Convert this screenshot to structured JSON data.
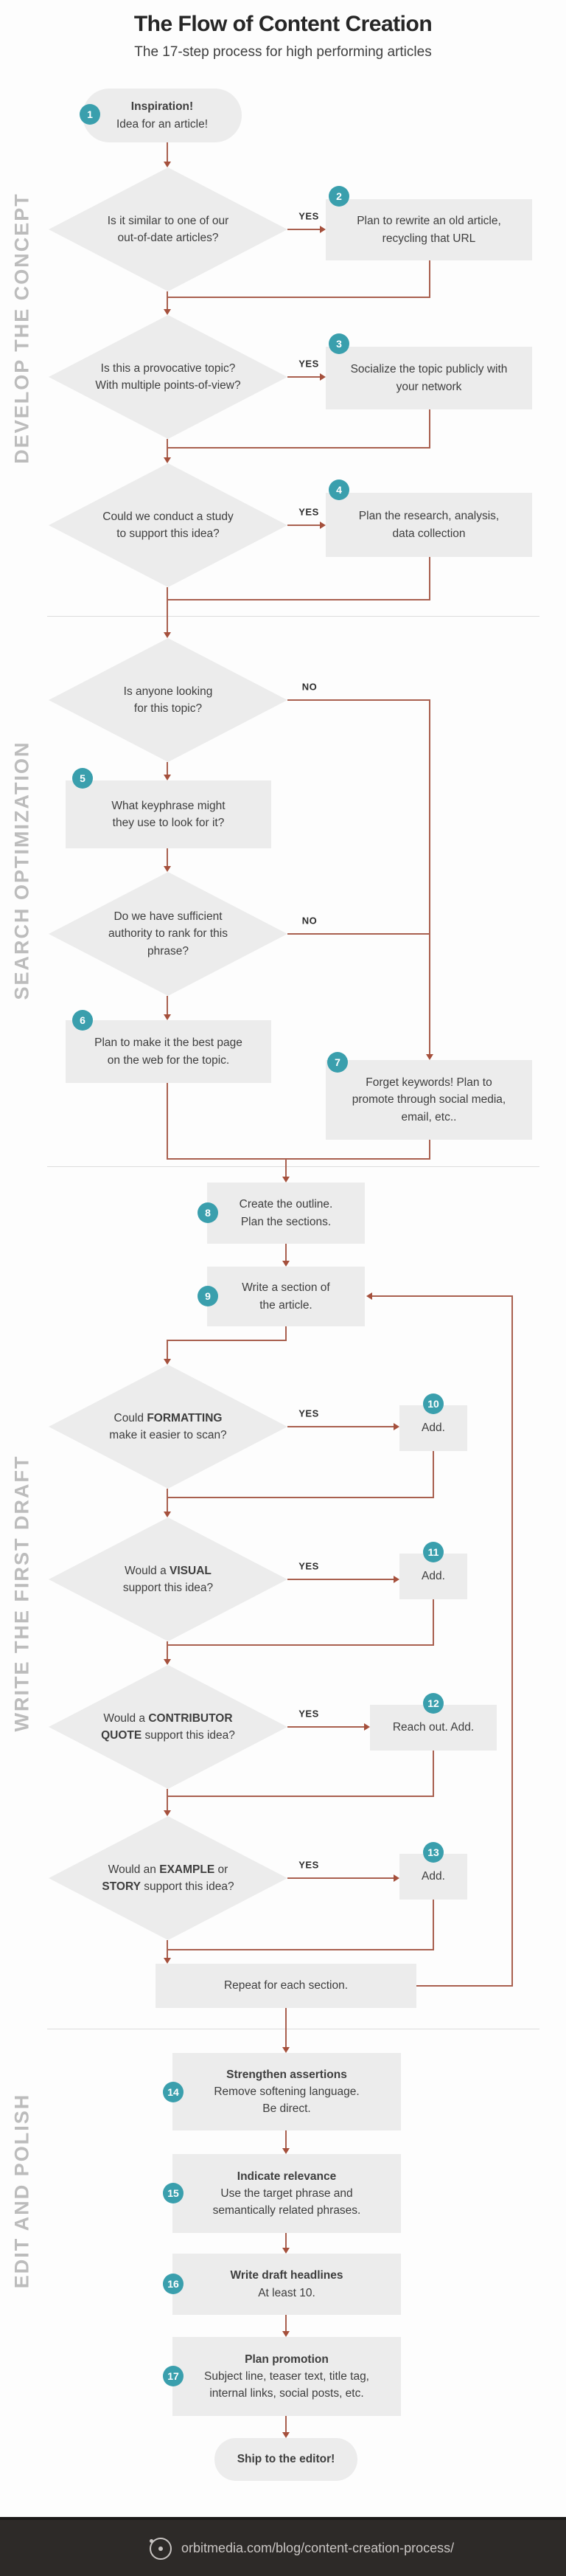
{
  "header": {
    "title": "The Flow of Content Creation",
    "subtitle": "The 17-step process for high performing articles"
  },
  "section_labels": [
    "DEVELOP THE CONCEPT",
    "SEARCH OPTIMIZATION",
    "WRITE THE FIRST DRAFT",
    "EDIT AND POLISH"
  ],
  "labels": {
    "yes": "YES",
    "no": "NO"
  },
  "steps": {
    "s1": {
      "num": "1",
      "head": "Inspiration!",
      "l1": "Idea for an article!"
    },
    "s2": {
      "num": "2",
      "l1": "Plan to rewrite an old article,",
      "l2": "recycling that URL"
    },
    "s3": {
      "num": "3",
      "l1": "Socialize the topic publicly with",
      "l2": "your network"
    },
    "s4": {
      "num": "4",
      "l1": "Plan the research, analysis,",
      "l2": "data collection"
    },
    "s5": {
      "num": "5",
      "l1": "What keyphrase might",
      "l2": "they use to look for it?"
    },
    "s6": {
      "num": "6",
      "l1": "Plan to make it the best page",
      "l2": "on the web for the topic."
    },
    "s7": {
      "num": "7",
      "l1": "Forget keywords! Plan to",
      "l2": "promote through social media,",
      "l3": "email, etc.."
    },
    "s8": {
      "num": "8",
      "l1": "Create the outline.",
      "l2": "Plan the sections."
    },
    "s9": {
      "num": "9",
      "l1": "Write a section of",
      "l2": "the article."
    },
    "s10": {
      "num": "10",
      "l1": "Add."
    },
    "s11": {
      "num": "11",
      "l1": "Add."
    },
    "s12": {
      "num": "12",
      "l1": "Reach out. Add."
    },
    "s13": {
      "num": "13",
      "l1": "Add."
    },
    "s14": {
      "num": "14",
      "head": "Strengthen assertions",
      "l1": "Remove softening language.",
      "l2": "Be direct."
    },
    "s15": {
      "num": "15",
      "head": "Indicate relevance",
      "l1": "Use the target phrase and",
      "l2": "semantically related phrases."
    },
    "s16": {
      "num": "16",
      "head": "Write draft headlines",
      "l1": "At least 10."
    },
    "s17": {
      "num": "17",
      "head": "Plan promotion",
      "l1": "Subject line, teaser text, title tag,",
      "l2": "internal links, social posts, etc."
    }
  },
  "decisions": {
    "d1": {
      "l1": "Is it similar to one of our",
      "l2": "out-of-date articles?"
    },
    "d2": {
      "l1": "Is this a provocative topic?",
      "l2": "With multiple points-of-view?"
    },
    "d3": {
      "l1": "Could we conduct a study",
      "l2": "to support this idea?"
    },
    "d4": {
      "l1": "Is anyone looking",
      "l2": "for this topic?"
    },
    "d5": {
      "l1": "Do we have sufficient",
      "l2": "authority to rank for this",
      "l3": "phrase?"
    },
    "d6": {
      "l1_pre": "Could ",
      "l1_b": "FORMATTING",
      "l2": "make it easier to scan?"
    },
    "d7": {
      "l1_pre": "Would a ",
      "l1_b": "VISUAL",
      "l2": "support this idea?"
    },
    "d8": {
      "l1_pre": "Would a ",
      "l1_b": "CONTRIBUTOR",
      "l2_b": "QUOTE",
      "l2_post": " support this idea?"
    },
    "d9": {
      "l1_pre": "Would an ",
      "l1_b": "EXAMPLE",
      "l1_post": " or",
      "l2_b": "STORY",
      "l2_post": " support this idea?"
    }
  },
  "repeat_box": "Repeat for each section.",
  "end_pill": "Ship to the editor!",
  "footer": {
    "url": "orbitmedia.com/blog/content-creation-process/"
  },
  "colors": {
    "accent_teal": "#3a9fad",
    "connector": "#a9604f",
    "shape_fill": "#ececec",
    "section_label": "#bcbcbc",
    "footer_bg": "#2d2a28"
  }
}
